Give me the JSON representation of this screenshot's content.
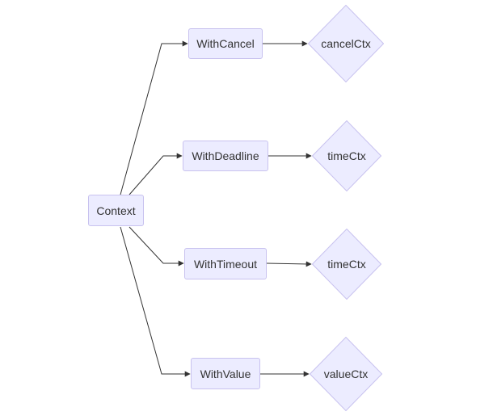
{
  "diagram": {
    "root": {
      "label": "Context"
    },
    "functions": [
      {
        "label": "WithCancel"
      },
      {
        "label": "WithDeadline"
      },
      {
        "label": "WithTimeout"
      },
      {
        "label": "WithValue"
      }
    ],
    "results": [
      {
        "label": "cancelCtx"
      },
      {
        "label": "timeCtx"
      },
      {
        "label": "timeCtx"
      },
      {
        "label": "valueCtx"
      }
    ],
    "colors": {
      "node_fill": "#ECECFF",
      "node_border": "#C8C2EF",
      "edge": "#333333",
      "text": "#333333"
    }
  }
}
